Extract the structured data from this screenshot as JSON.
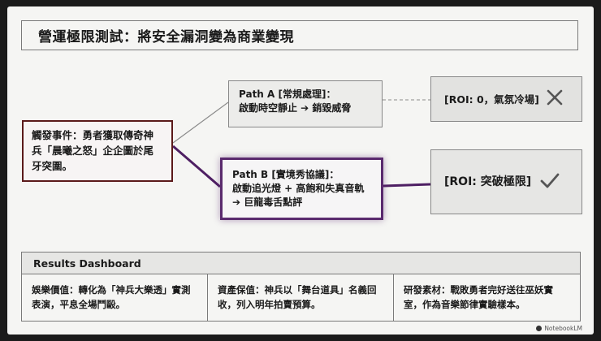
{
  "title": "營運極限測試：將安全漏洞變為商業變現",
  "trigger": {
    "text": "觸發事件：勇者獲取傳奇神兵「晨曦之怒」企企圖於尾牙突圍。"
  },
  "path_a": {
    "line1": "Path A [常規處理]：",
    "line2": "啟動時空靜止 ➔ 銷毀威脅"
  },
  "path_b": {
    "line1": "Path B [實境秀協議]：",
    "line2": "啟動追光燈 + 高飽和失真音軌",
    "line3": "➔ 巨龍毒舌點評"
  },
  "roi_a": {
    "label": "[ROI: 0，氣氛冷場]",
    "icon": "x-icon"
  },
  "roi_b": {
    "label": "[ROI: 突破極限]",
    "icon": "check-icon"
  },
  "dashboard": {
    "header": "Results Dashboard",
    "cells": [
      "娛樂價值：轉化為「神兵大樂透」實測表演，平息全場鬥毆。",
      "資產保值：神兵以「舞台道具」名義回收，列入明年拍賣預算。",
      "研發素材：戰敗勇者完好送往巫妖實室，作為音樂節律實驗樣本。"
    ]
  },
  "watermark": "NotebookLM",
  "colors": {
    "trigger_border": "#5b1a1a",
    "path_b_border": "#5a2a6e",
    "box_bg": "#ececea"
  }
}
